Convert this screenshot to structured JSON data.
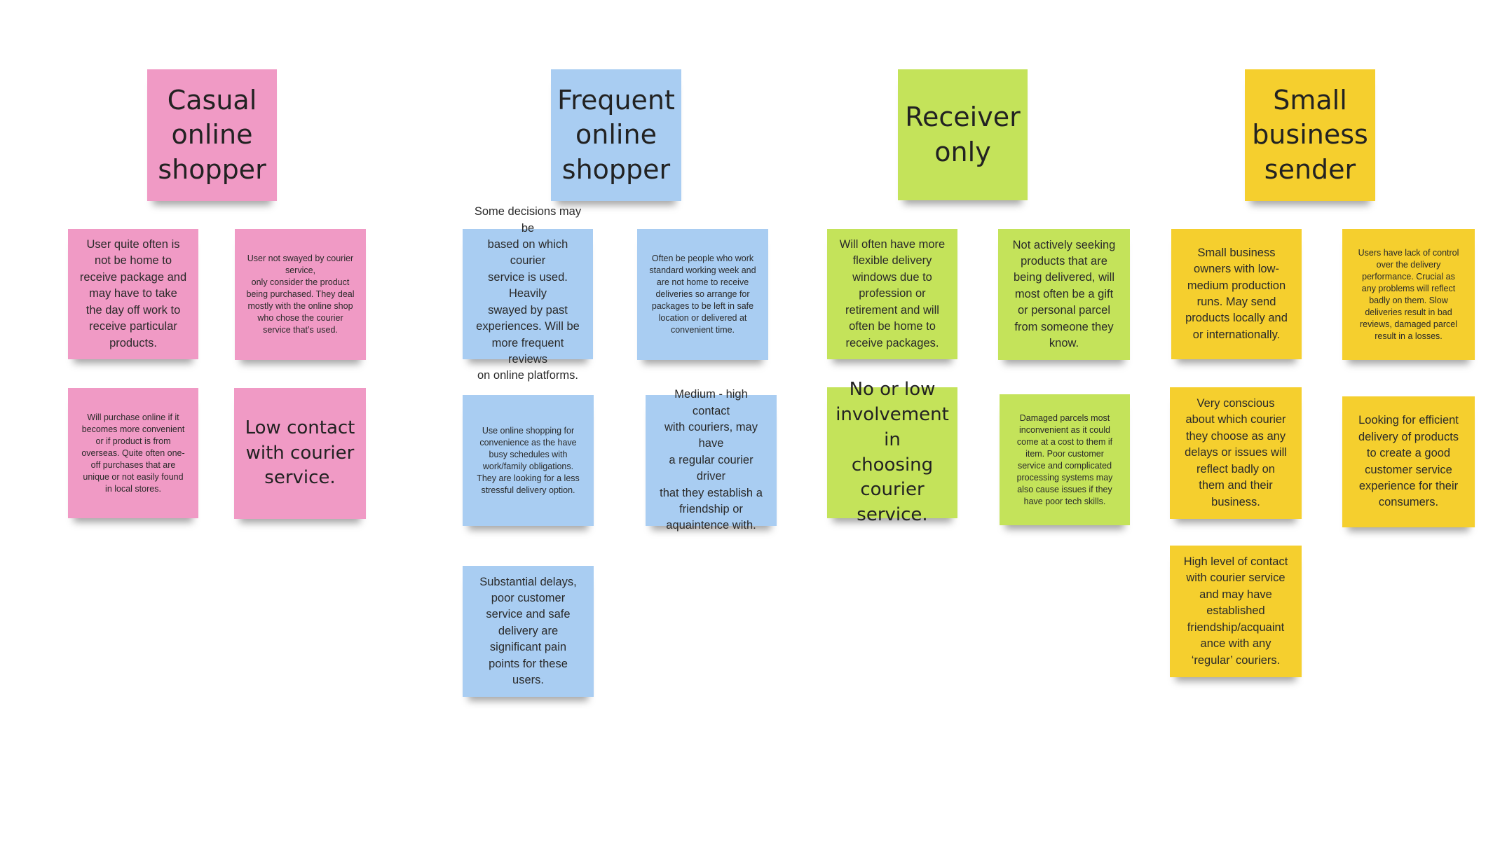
{
  "colors": {
    "pink": "#f09ac5",
    "blue": "#a9cdf2",
    "green": "#c4e35a",
    "yellow": "#f5cf2e"
  },
  "groups": {
    "casual": {
      "title": "Casual\nonline\nshopper",
      "notes": {
        "n1": "User quite often is\nnot be home to\nreceive package and\nmay have to take\nthe day off work to\nreceive particular\nproducts.",
        "n2": "User not swayed by courier\nservice,\nonly consider the product\nbeing purchased. They deal\nmostly with the online shop\nwho chose the courier\nservice that’s used.",
        "n3": "Will purchase online if it\nbecomes more convenient\nor if product is from\noverseas. Quite often one-\noff purchases that are\nunique or not easily found\nin local stores.",
        "n4": "Low contact\nwith courier\nservice."
      }
    },
    "frequent": {
      "title": "Frequent\nonline\nshopper",
      "notes": {
        "n1": "Some decisions may be\nbased on which courier\nservice is used. Heavily\nswayed by past\nexperiences. Will be\nmore frequent reviews\non online platforms.",
        "n2": "Often be people who work\nstandard working week and\nare not home to receive\ndeliveries so arrange for\npackages to be left in safe\nlocation or delivered at\nconvenient time.",
        "n3": "Use online shopping for\nconvenience as the have\nbusy schedules with\nwork/family obligations.\nThey are looking for a less\nstressful delivery option.",
        "n4": "Medium - high contact\nwith couriers, may have\na regular courier driver\nthat they establish a\nfriendship or\naquaintence with.",
        "n5": "Substantial delays,\npoor customer\nservice and safe\ndelivery are\nsignificant pain\npoints for these\nusers."
      }
    },
    "receiver": {
      "title": "Receiver\nonly",
      "notes": {
        "n1": "Will often have more\nflexible delivery\nwindows due to\nprofession or\nretirement and will\noften be home to\nreceive packages.",
        "n2": "Not actively seeking\nproducts that are\nbeing delivered, will\nmost often be a gift\nor personal parcel\nfrom someone they\nknow.",
        "n3": "No or low\ninvolvement in\nchoosing\ncourier\nservice.",
        "n4": "Damaged parcels most\ninconvenient as it could\ncome at a cost to them if\nitem. Poor customer\nservice and complicated\nprocessing systems may\nalso cause issues if they\nhave poor tech skills."
      }
    },
    "business": {
      "title": "Small\nbusiness\nsender",
      "notes": {
        "n1": "Small business\nowners with low-\nmedium production\nruns. May send\nproducts locally and\nor internationally.",
        "n2": "Users have lack of control\nover the delivery\nperformance. Crucial as\nany problems will reflect\nbadly on them. Slow\ndeliveries result in bad\nreviews, damaged parcel\nresult in a losses.",
        "n3": "Very conscious\nabout which courier\nthey choose as any\ndelays or issues will\nreflect badly on\nthem and their\nbusiness.",
        "n4": "Looking for efficient\ndelivery of products\nto create a good\ncustomer service\nexperience for their\nconsumers.",
        "n5": "High level of contact\nwith courier service\nand may have\nestablished\nfriendship/acquaint\nance with any\n‘regular’ couriers."
      }
    }
  }
}
